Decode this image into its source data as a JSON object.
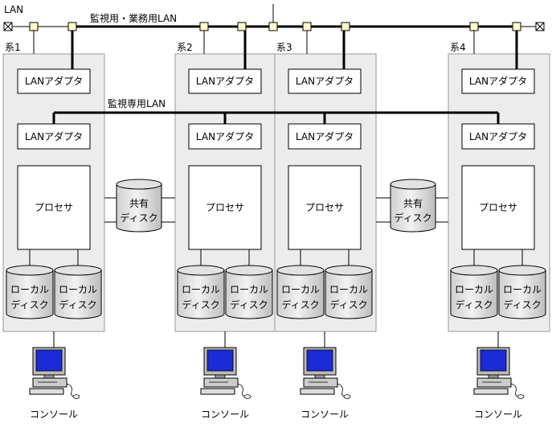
{
  "top_network": {
    "end_label": "LAN",
    "label": "監視用・業務用LAN"
  },
  "monitor_network": {
    "label": "監視専用LAN"
  },
  "systems": [
    {
      "label": "系1",
      "adapter_top": "LANアダプタ",
      "adapter_monitor": "LANアダプタ",
      "processor": "プロセサ",
      "disk_left": [
        "ローカル",
        "ディスク"
      ],
      "disk_right": [
        "ローカル",
        "ディスク"
      ],
      "console": "コンソール"
    },
    {
      "label": "系2",
      "adapter_top": "LANアダプタ",
      "adapter_monitor": "LANアダプタ",
      "processor": "プロセサ",
      "disk_left": [
        "ローカル",
        "ディスク"
      ],
      "disk_right": [
        "ローカル",
        "ディスク"
      ],
      "console": "コンソール"
    },
    {
      "label": "系3",
      "adapter_top": "LANアダプタ",
      "adapter_monitor": "LANアダプタ",
      "processor": "プロセサ",
      "disk_left": [
        "ローカル",
        "ディスク"
      ],
      "disk_right": [
        "ローカル",
        "ディスク"
      ],
      "console": "コンソール"
    },
    {
      "label": "系4",
      "adapter_top": "LANアダプタ",
      "adapter_monitor": "LANアダプタ",
      "processor": "プロセサ",
      "disk_left": [
        "ローカル",
        "ディスク"
      ],
      "disk_right": [
        "ローカル",
        "ディスク"
      ],
      "console": "コンソール"
    }
  ],
  "shared_disks": [
    {
      "line1": "共有",
      "line2": "ディスク"
    },
    {
      "line1": "共有",
      "line2": "ディスク"
    }
  ]
}
